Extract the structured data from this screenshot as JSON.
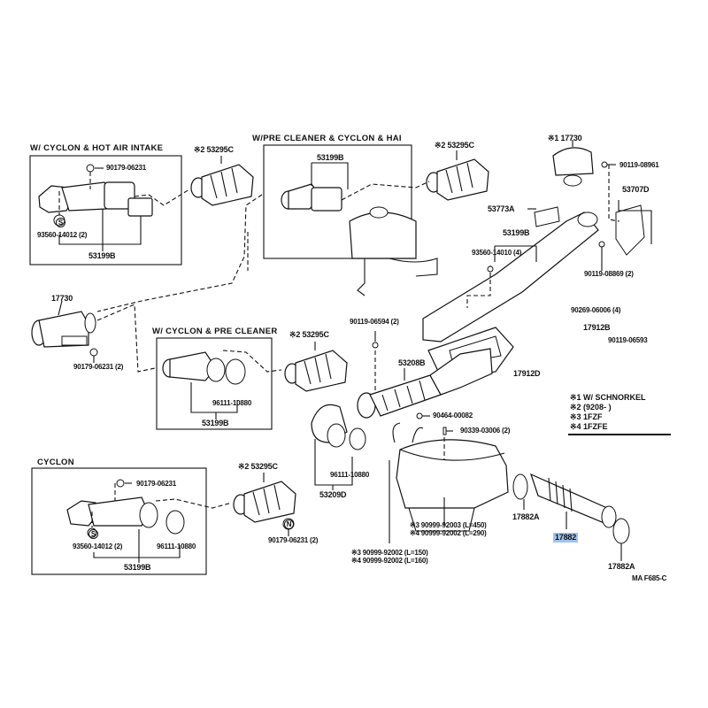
{
  "diagram": {
    "figure_code": "MA F685-C",
    "sections": [
      {
        "id": "hot-air",
        "title": "W/ CYCLON & HOT AIR INTAKE",
        "parts": [
          "90179-06231",
          "93560-14012 (2)",
          "53199B"
        ]
      },
      {
        "id": "pre-cleaner-hai",
        "title": "W/PRE CLEANER & CYCLON & HAI",
        "parts": [
          "53199B"
        ]
      },
      {
        "id": "cyclon-pre-cleaner",
        "title": "W/ CYCLON & PRE CLEANER",
        "parts": [
          "96111-10880",
          "53199B"
        ]
      },
      {
        "id": "cyclon",
        "title": "CYCLON",
        "parts": [
          "90179-06231",
          "93560-14012 (2)",
          "96111-10880",
          "53199B"
        ]
      }
    ],
    "labels": {
      "hot_air_90179": "90179-06231",
      "hot_air_93560": "93560-14012 (2)",
      "hot_air_53199b": "53199B",
      "hot_air_53295c": "※2 53295C",
      "pre_53199b": "53199B",
      "pre_53295c": "※2 53295C",
      "snork_17730": "※1 17730",
      "snork_90119_08961": "90119-08961",
      "snork_53707d": "53707D",
      "snork_53773a": "53773A",
      "snork_53199b": "53199B",
      "snork_93560_14010": "93560-14010 (4)",
      "snork_90119_08869": "90119-08869 (2)",
      "pc_17730": "17730",
      "pc_90179": "90179-06231 (2)",
      "cp_96111": "96111-10880",
      "cp_53199b": "53199B",
      "cp_53295c": "※2 53295C",
      "mid_90119_06594": "90119-06594 (2)",
      "mid_90269": "90269-06006 (4)",
      "mid_17912b": "17912B",
      "mid_90119_06593": "90119-06593",
      "mid_17912d": "17912D",
      "mid_53208b": "53208B",
      "mid_90464": "90464-00082",
      "mid_90339": "90339-03006 (2)",
      "mid_96111": "96111-10880",
      "mid_53209d": "53209D",
      "cy_90179": "90179-06231",
      "cy_93560": "93560-14012 (2)",
      "cy_96111": "96111-10880",
      "cy_53199b": "53199B",
      "cy_53295c": "※2 53295C",
      "cy_90179_2": "90179-06231 (2)",
      "hose_a1": "※3 90999-92003 (L=450)",
      "hose_a2": "※4 90999-92002 (L=290)",
      "hose_b1": "※3 90999-92002 (L=150)",
      "hose_b2": "※4 90999-92002 (L=160)",
      "clamp_17882a_1": "17882A",
      "hose_17882": "17882",
      "clamp_17882a_2": "17882A"
    },
    "notes": [
      "※1 W/ SCHNORKEL",
      "※2 (9208-        )",
      "※3 1FZF",
      "※4 1FZFE"
    ],
    "markers": {
      "s_symbol": "S",
      "n_symbol": "N"
    },
    "highlight": {
      "part": "17882",
      "color": "#9fc4ee"
    }
  }
}
